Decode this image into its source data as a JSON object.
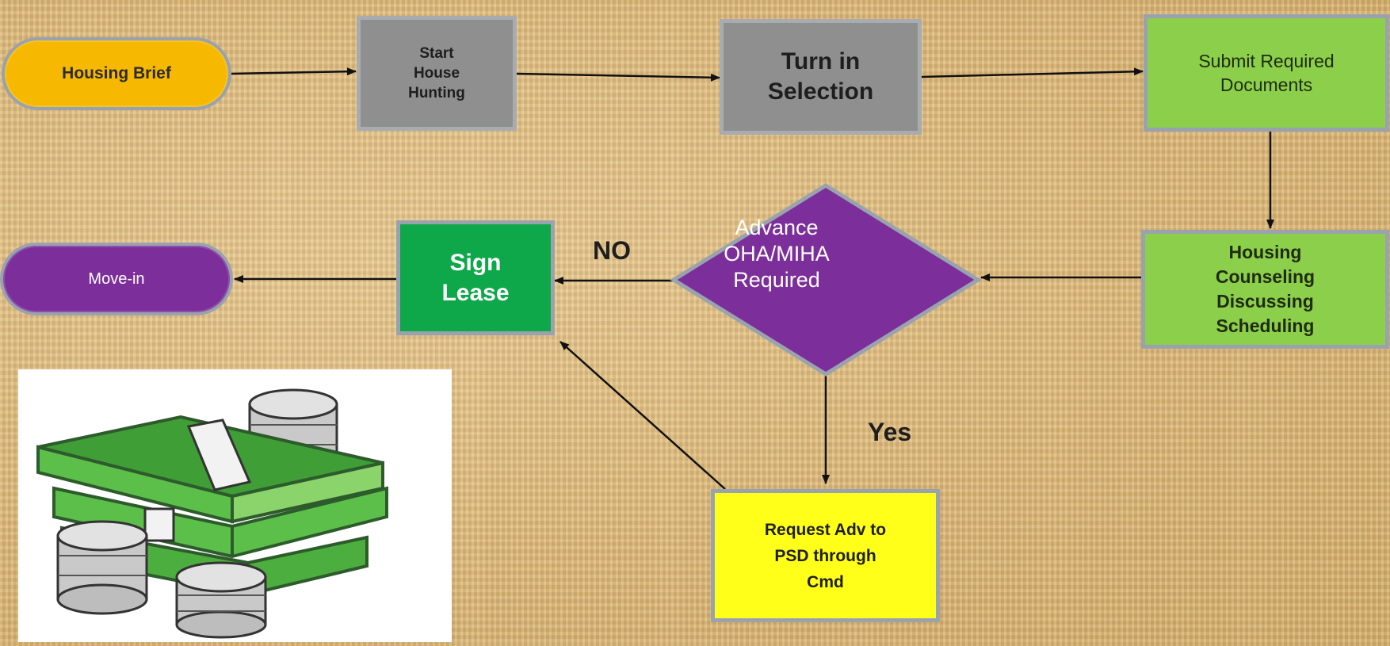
{
  "diagram": {
    "nodes": {
      "housing_brief": "Housing Brief",
      "start_house_hunting": "Start\nHouse\nHunting",
      "turn_in_selection": "Turn in\nSelection",
      "submit_required_documents": "Submit Required\nDocuments",
      "housing_counseling": "Housing\nCounseling\nDiscussing\nScheduling",
      "advance_required": "Advance\nOHA/MIHA\nRequired",
      "sign_lease": "Sign\nLease",
      "move_in": "Move-in",
      "request_advance": "Request Adv to\nPSD through\nCmd"
    },
    "edge_labels": {
      "no": "NO",
      "yes": "Yes"
    },
    "colors": {
      "terminal_start": "#f6b800",
      "terminal_end": "#7c2f9a",
      "gray_process": "#8f8f8f",
      "green_process": "#8ccf4a",
      "dark_green_process": "#0ea84a",
      "yellow_process": "#ffff1a",
      "decision": "#7c2f9a",
      "arrow": "#111111"
    },
    "illustration": "money-stack-icon"
  }
}
